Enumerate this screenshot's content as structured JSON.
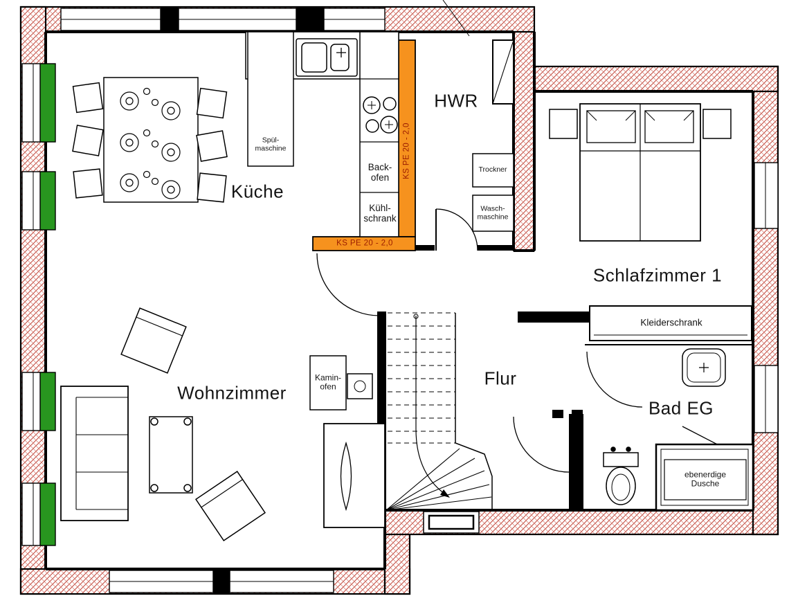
{
  "rooms": {
    "kueche": {
      "label": "Küche"
    },
    "hwr": {
      "label": "HWR"
    },
    "schlafzimmer1": {
      "label": "Schlafzimmer 1"
    },
    "wohnzimmer": {
      "label": "Wohnzimmer"
    },
    "flur": {
      "label": "Flur"
    },
    "bad": {
      "label": "Bad EG"
    }
  },
  "fixtures": {
    "spuelmaschine": {
      "label": "Spül-\nmaschine"
    },
    "backofen": {
      "label": "Back-\nofen"
    },
    "kuehlschrank": {
      "label": "Kühl-\nschrank"
    },
    "trockner": {
      "label": "Trockner"
    },
    "waschmaschine": {
      "label": "Wasch-\nmaschine"
    },
    "kleiderschrank": {
      "label": "Kleiderschrank"
    },
    "kaminofen": {
      "label": "Kamin-\nofen"
    },
    "dusche": {
      "label": "ebenerdige\nDusche"
    }
  },
  "annotations": {
    "pipe_vertical": {
      "label": "KS PE 20 - 2,0"
    },
    "pipe_horizontal": {
      "label": "KS PE 20 - 2,0"
    }
  },
  "colors": {
    "wall_hatch": "#c2453a",
    "wall_hatch_light": "#d98b80",
    "window_green": "#28961f",
    "pipe_orange": "#f6921e",
    "pipe_label_text": "#9b1c00"
  }
}
